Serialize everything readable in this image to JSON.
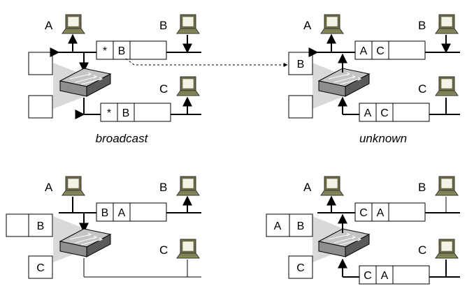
{
  "panels": [
    {
      "caption": "broadcast",
      "hosts": [
        "A",
        "B",
        "C"
      ],
      "frames": [
        [
          "*",
          "B"
        ],
        [
          "*",
          "B"
        ]
      ],
      "table": [
        [
          "",
          ""
        ],
        [
          "",
          ""
        ]
      ]
    },
    {
      "caption": "unknown",
      "hosts": [
        "A",
        "B",
        "C"
      ],
      "frames": [
        [
          "A",
          "C"
        ],
        [
          "A",
          "C"
        ]
      ],
      "table": [
        [
          "",
          "B"
        ],
        [
          "",
          ""
        ]
      ]
    },
    {
      "caption": "",
      "hosts": [
        "A",
        "B",
        "C"
      ],
      "frames": [
        [
          "B",
          "A"
        ]
      ],
      "table": [
        [
          "",
          "B"
        ],
        [
          "",
          "C"
        ]
      ]
    },
    {
      "caption": "",
      "hosts": [
        "A",
        "B",
        "C"
      ],
      "frames": [
        [
          "C",
          "A"
        ],
        [
          "C",
          "A"
        ]
      ],
      "table": [
        [
          "A",
          "B"
        ],
        [
          "",
          "C"
        ]
      ]
    }
  ]
}
